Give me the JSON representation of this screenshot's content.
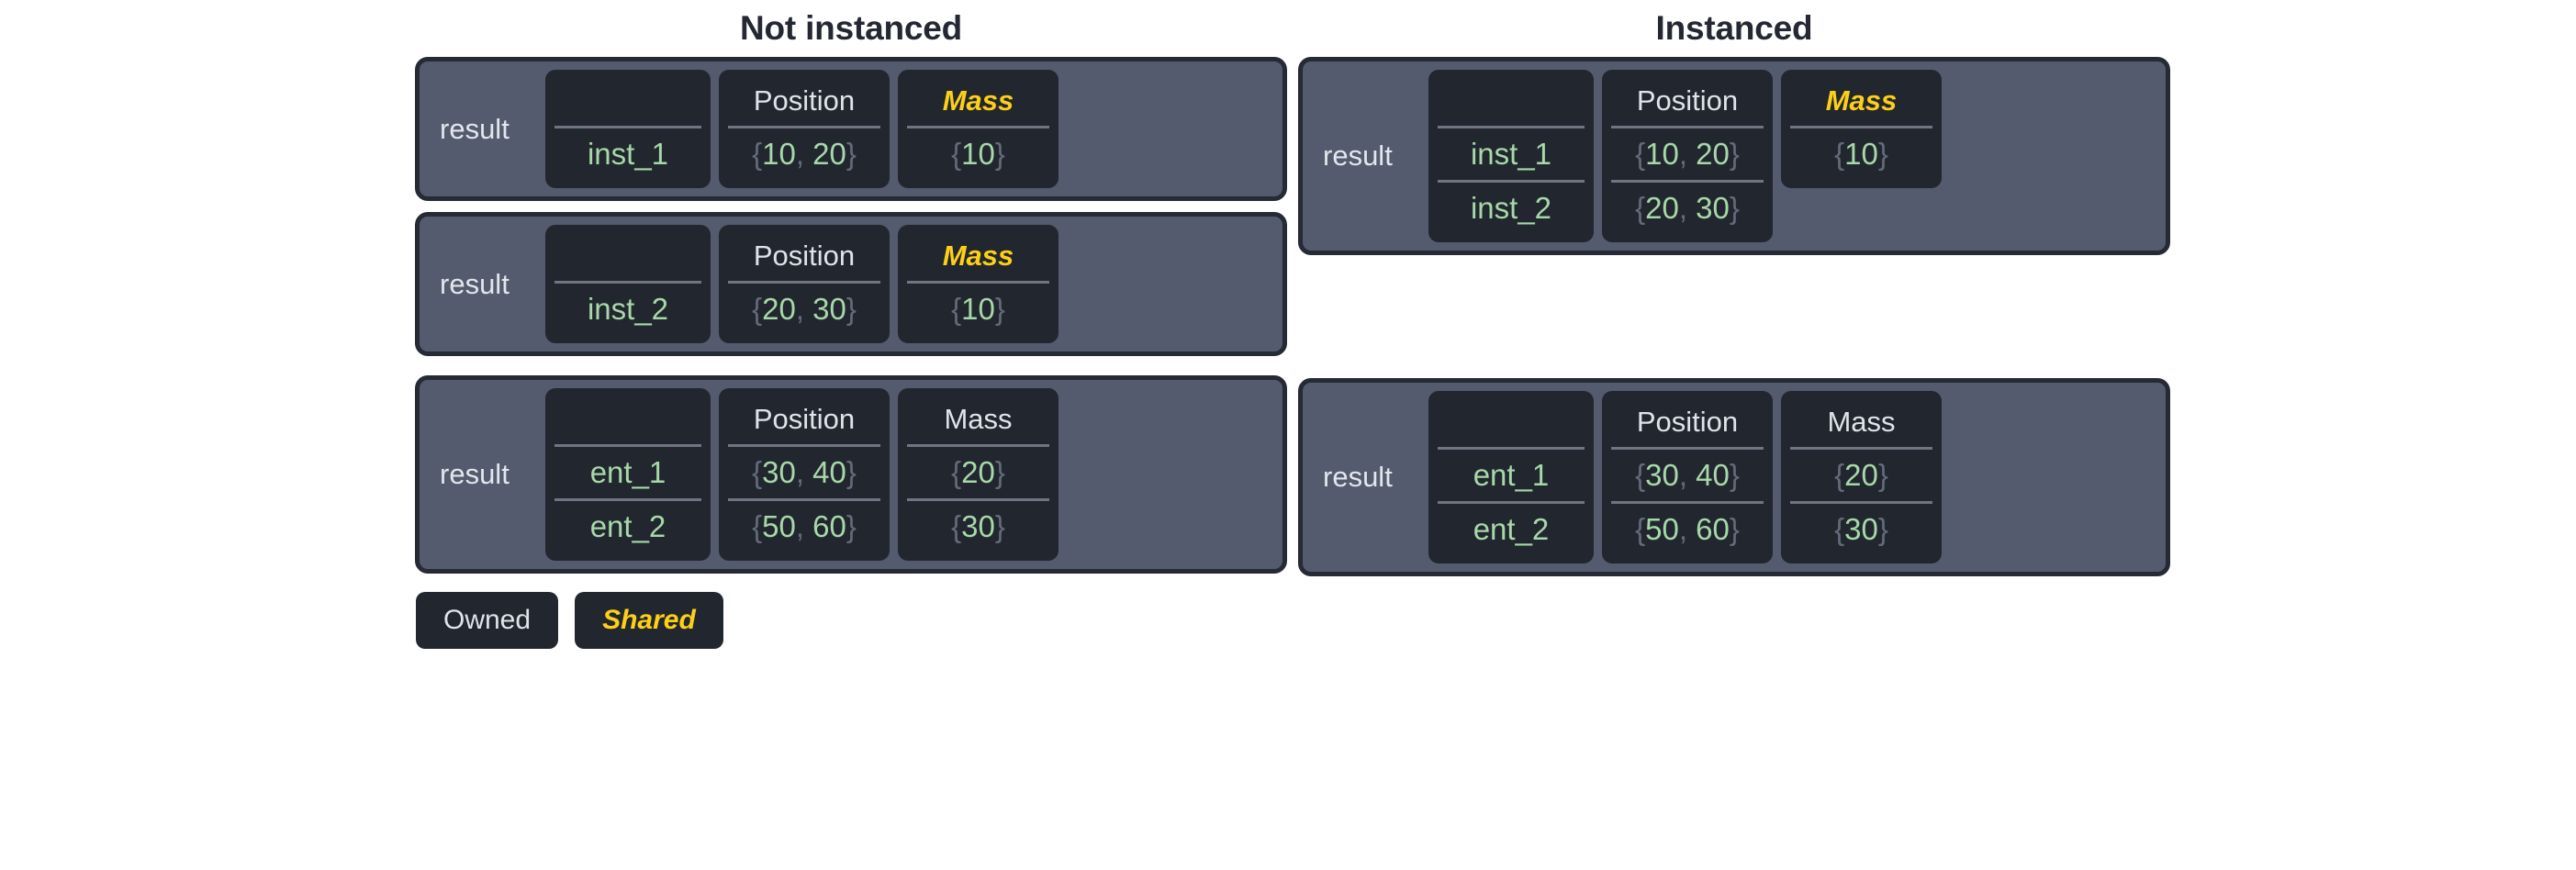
{
  "panes": [
    {
      "title": "Not instanced",
      "cards": [
        {
          "label": "result",
          "columns": [
            {
              "header": "",
              "kind": "name",
              "rows": [
                "inst_1"
              ]
            },
            {
              "header": "Position",
              "kind": "value",
              "rows": [
                "{10, 20}"
              ]
            },
            {
              "header": "Mass",
              "kind": "value",
              "shared": true,
              "rows": [
                "{10}"
              ]
            }
          ]
        },
        {
          "label": "result",
          "columns": [
            {
              "header": "",
              "kind": "name",
              "rows": [
                "inst_2"
              ]
            },
            {
              "header": "Position",
              "kind": "value",
              "rows": [
                "{20, 30}"
              ]
            },
            {
              "header": "Mass",
              "kind": "value",
              "shared": true,
              "rows": [
                "{10}"
              ]
            }
          ]
        },
        {
          "label": "result",
          "columns": [
            {
              "header": "",
              "kind": "name",
              "rows": [
                "ent_1",
                "ent_2"
              ]
            },
            {
              "header": "Position",
              "kind": "value",
              "rows": [
                "{30, 40}",
                "{50, 60}"
              ]
            },
            {
              "header": "Mass",
              "kind": "value",
              "shared": false,
              "rows": [
                "{20}",
                "{30}"
              ]
            }
          ]
        }
      ]
    },
    {
      "title": "Instanced",
      "cards": [
        {
          "label": "result",
          "columns": [
            {
              "header": "",
              "kind": "name",
              "rows": [
                "inst_1",
                "inst_2"
              ]
            },
            {
              "header": "Position",
              "kind": "value",
              "rows": [
                "{10, 20}",
                "{20, 30}"
              ]
            },
            {
              "header": "Mass",
              "kind": "value",
              "shared": true,
              "rows": [
                "{10}"
              ]
            }
          ]
        },
        {
          "label": "result",
          "columns": [
            {
              "header": "",
              "kind": "name",
              "rows": [
                "ent_1",
                "ent_2"
              ]
            },
            {
              "header": "Position",
              "kind": "value",
              "rows": [
                "{30, 40}",
                "{50, 60}"
              ]
            },
            {
              "header": "Mass",
              "kind": "value",
              "shared": false,
              "rows": [
                "{20}",
                "{30}"
              ]
            }
          ]
        }
      ]
    }
  ],
  "legend": [
    {
      "label": "Owned",
      "shared": false
    },
    {
      "label": "Shared",
      "shared": true
    }
  ],
  "colors": {
    "page_background": "#ffffff",
    "title_text": "#242832",
    "card_background": "#545b6e",
    "card_border": "#262a35",
    "column_background": "#22262f",
    "header_text": "#dfe3ea",
    "value_text": "#a7d8a9",
    "brace_text": "#636a79",
    "separator": "#6e7583",
    "shared_accent": "#fdd017"
  }
}
